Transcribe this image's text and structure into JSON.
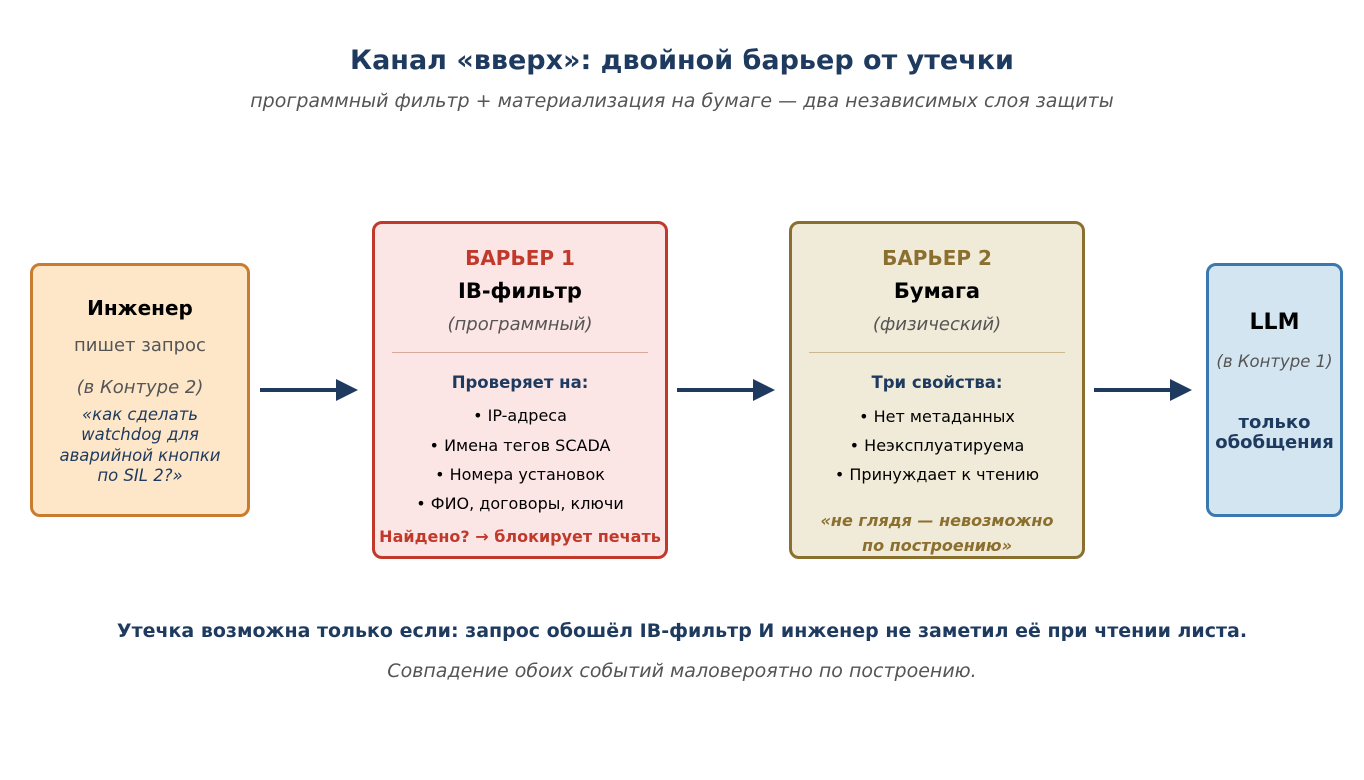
{
  "title": "Канал «вверх»: двойной барьер от утечки",
  "subtitle": "программный фильтр + материализация на бумаге — два независимых слоя защиты",
  "engineer": {
    "heading": "Инженер",
    "action": "пишет запрос",
    "context": "(в Контуре 2)",
    "quote_lines": [
      "«как сделать",
      "watchdog для",
      "аварийной кнопки",
      "по SIL 2?»"
    ]
  },
  "barrier1": {
    "label": "БАРЬЕР 1",
    "name": "IB-фильтр",
    "kind": "(программный)",
    "checks_heading": "Проверяет на:",
    "items": [
      "• IP-адреса",
      "• Имена тегов SCADA",
      "• Номера установок",
      "• ФИО, договоры, ключи"
    ],
    "result": "Найдено? → блокирует печать"
  },
  "barrier2": {
    "label": "БАРЬЕР 2",
    "name": "Бумага",
    "kind": "(физический)",
    "props_heading": "Три свойства:",
    "items": [
      "• Нет метаданных",
      "• Неэксплуатируема",
      "• Принуждает к чтению"
    ],
    "quote_lines": [
      "«не глядя — невозможно",
      "по построению»"
    ]
  },
  "llm": {
    "heading": "LLM",
    "context": "(в Контуре 1)",
    "note_lines": [
      "только",
      "обобщения"
    ]
  },
  "footer": {
    "main": "Утечка возможна только если: запрос обошёл IB-фильтр И инженер не заметил её при чтении листа.",
    "sub": "Совпадение обоих событий маловероятно по построению."
  },
  "colors": {
    "navy": "#1e3a5f",
    "barrier1_accent": "#c0392b",
    "barrier2_accent": "#8b6f2e",
    "engineer_border": "#c97b30",
    "llm_border": "#3a78b0"
  }
}
